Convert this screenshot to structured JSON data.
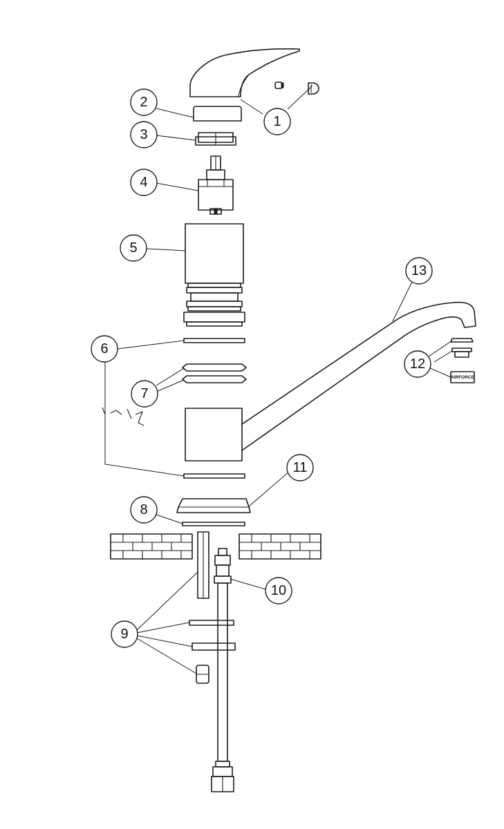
{
  "diagram": {
    "callouts": [
      {
        "id": "1",
        "label": "1"
      },
      {
        "id": "2",
        "label": "2"
      },
      {
        "id": "3",
        "label": "3"
      },
      {
        "id": "4",
        "label": "4"
      },
      {
        "id": "5",
        "label": "5"
      },
      {
        "id": "6",
        "label": "6"
      },
      {
        "id": "7",
        "label": "7"
      },
      {
        "id": "8",
        "label": "8"
      },
      {
        "id": "9",
        "label": "9"
      },
      {
        "id": "10",
        "label": "10"
      },
      {
        "id": "11",
        "label": "11"
      },
      {
        "id": "12",
        "label": "12"
      },
      {
        "id": "13",
        "label": "13"
      }
    ],
    "aerator_label": "AIRFORCE"
  }
}
